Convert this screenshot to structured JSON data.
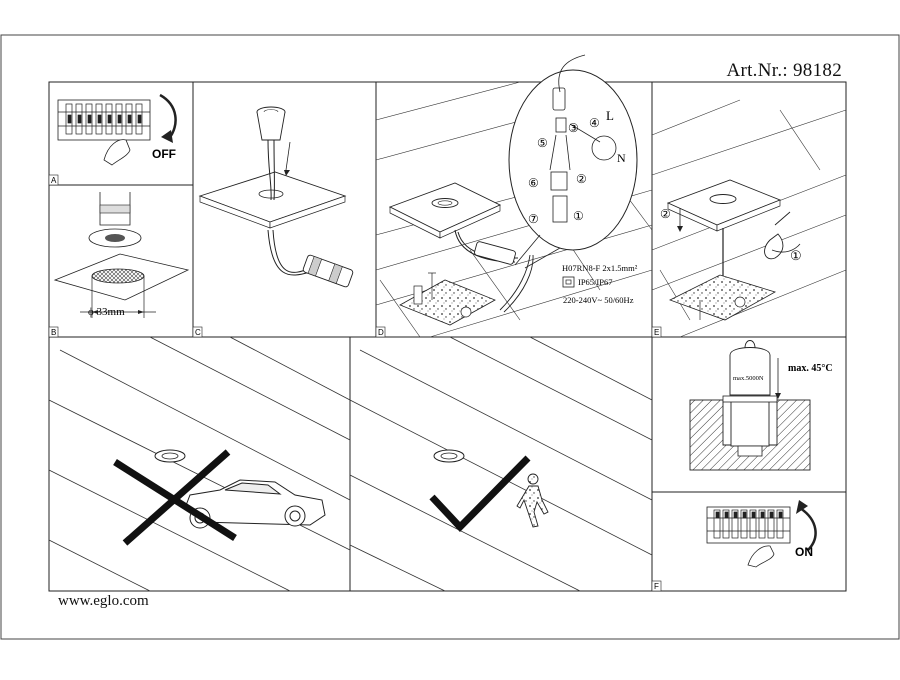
{
  "document": {
    "article_number": "Art.Nr.: 98182",
    "website": "www.eglo.com"
  },
  "panels": {
    "A": {
      "letter": "A",
      "switch_label": "OFF"
    },
    "B": {
      "letter": "B",
      "diameter_label": "ϕ 33mm"
    },
    "C": {
      "letter": "C"
    },
    "D": {
      "letter": "D",
      "callouts": [
        "①",
        "②",
        "③",
        "④",
        "⑤",
        "⑥",
        "⑦"
      ],
      "wire_L": "L",
      "wire_N": "N",
      "cable_spec": "H07RN8-F 2x1.5mm²",
      "protection": "IP65/IP67",
      "voltage": "220-240V~ 50/60Hz"
    },
    "E": {
      "letter": "E",
      "callouts": [
        "①",
        "②"
      ]
    },
    "load": {
      "max_load": "max.5000N",
      "max_temp": "max. 45°C"
    },
    "F": {
      "letter": "F",
      "switch_label": "ON"
    }
  }
}
